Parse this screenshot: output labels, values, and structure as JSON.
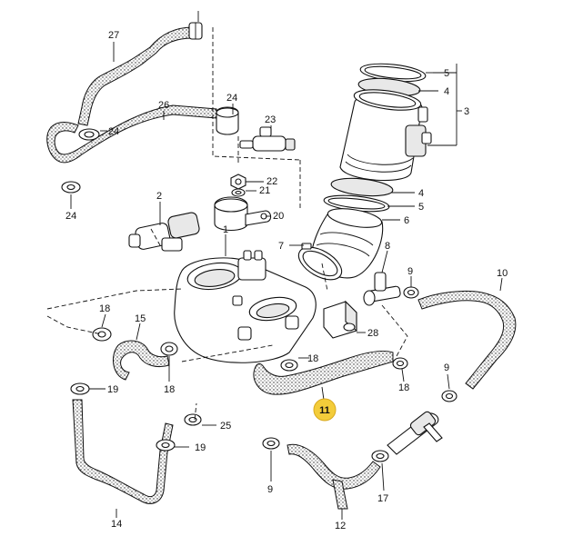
{
  "labels": {
    "p1": "1",
    "p2": "2",
    "p3": "3",
    "p4a": "4",
    "p4b": "4",
    "p5a": "5",
    "p5b": "5",
    "p6": "6",
    "p7": "7",
    "p8": "8",
    "p9a": "9",
    "p9b": "9",
    "p9c": "9",
    "p10": "10",
    "p11": "11",
    "p12": "12",
    "p14": "14",
    "p15": "15",
    "p17": "17",
    "p18a": "18",
    "p18b": "18",
    "p18c": "18",
    "p18d": "18",
    "p19a": "19",
    "p19b": "19",
    "p20": "20",
    "p21": "21",
    "p22": "22",
    "p23": "23",
    "p24a": "24",
    "p24b": "24",
    "p24c": "24",
    "p25": "25",
    "p26": "26",
    "p27": "27",
    "p28": "28"
  },
  "highlight": {
    "part": "11",
    "color": "#f3cc3a"
  }
}
